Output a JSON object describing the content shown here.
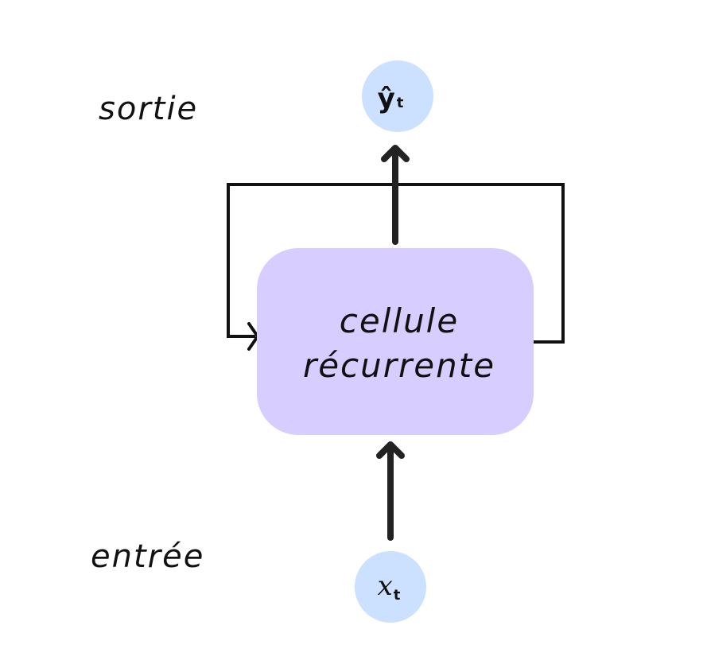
{
  "labels": {
    "output_label": "sortie",
    "input_label": "entrée"
  },
  "cell": {
    "line1": "cellule",
    "line2": "récurrente"
  },
  "output_node": {
    "symbol": "ŷ",
    "subscript": "t"
  },
  "input_node": {
    "symbol": "x",
    "subscript": "t"
  },
  "colors": {
    "cell_fill": "#d8cdff",
    "node_fill": "#cce0ff",
    "line": "#222222"
  }
}
